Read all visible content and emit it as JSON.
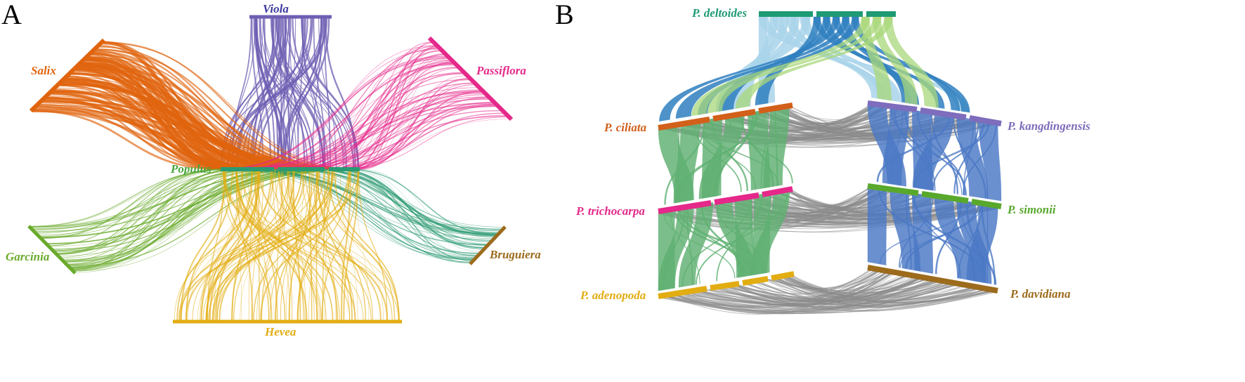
{
  "panels": {
    "a": {
      "letter": "A",
      "species": {
        "viola": {
          "label": "Viola",
          "color": "#6f5fb3"
        },
        "salix": {
          "label": "Salix",
          "color": "#e0640e"
        },
        "passiflora": {
          "label": "Passiflora",
          "color": "#e5288a"
        },
        "populus": {
          "label": "Populus",
          "color": "#2a9a72"
        },
        "garcinia": {
          "label": "Garcinia",
          "color": "#6aaa2c"
        },
        "bruguiera": {
          "label": "Bruguiera",
          "color": "#9c6b1c"
        },
        "hevea": {
          "label": "Hevea",
          "color": "#e2ad12"
        }
      }
    },
    "b": {
      "letter": "B",
      "species": {
        "deltoides": {
          "label": "P. deltoides",
          "color": "#1e9a74"
        },
        "ciliata": {
          "label": "P. ciliata",
          "color": "#d2601a"
        },
        "kangdingensis": {
          "label": "P. kangdingensis",
          "color": "#7e6cbc"
        },
        "trichocarpa": {
          "label": "P. trichocarpa",
          "color": "#e5288a"
        },
        "simonii": {
          "label": "P. simonii",
          "color": "#58a82c"
        },
        "adenopoda": {
          "label": "P. adenopoda",
          "color": "#e2ad12"
        },
        "davidiana": {
          "label": "P. davidiana",
          "color": "#9c6b1c"
        }
      },
      "link_colors": {
        "light_blue": "#a9d4ea",
        "dark_blue": "#2f7fbf",
        "light_green": "#a8d77a",
        "gray": "#8a8a8a",
        "green": "#5fb072",
        "blue": "#4a78c4"
      }
    }
  }
}
